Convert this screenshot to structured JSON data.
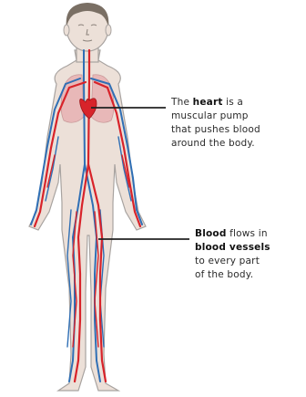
{
  "callouts": {
    "heart": {
      "pre": "The ",
      "bold": "heart",
      "post_line1": " is a",
      "line2": "muscular pump",
      "line3": "that pushes blood",
      "line4": "around the body."
    },
    "blood": {
      "bold1": "Blood",
      "post1": " flows in",
      "bold2": "blood vessels",
      "line3": "to every part",
      "line4": "of the body."
    }
  },
  "colors": {
    "skin": "#ece0d8",
    "skin_outline": "#a8a3a0",
    "hair": "#7a6f64",
    "lungs": "#e8b8b8",
    "artery": "#d8232a",
    "vein": "#2f6fb5",
    "pointer_line": "#222222"
  }
}
